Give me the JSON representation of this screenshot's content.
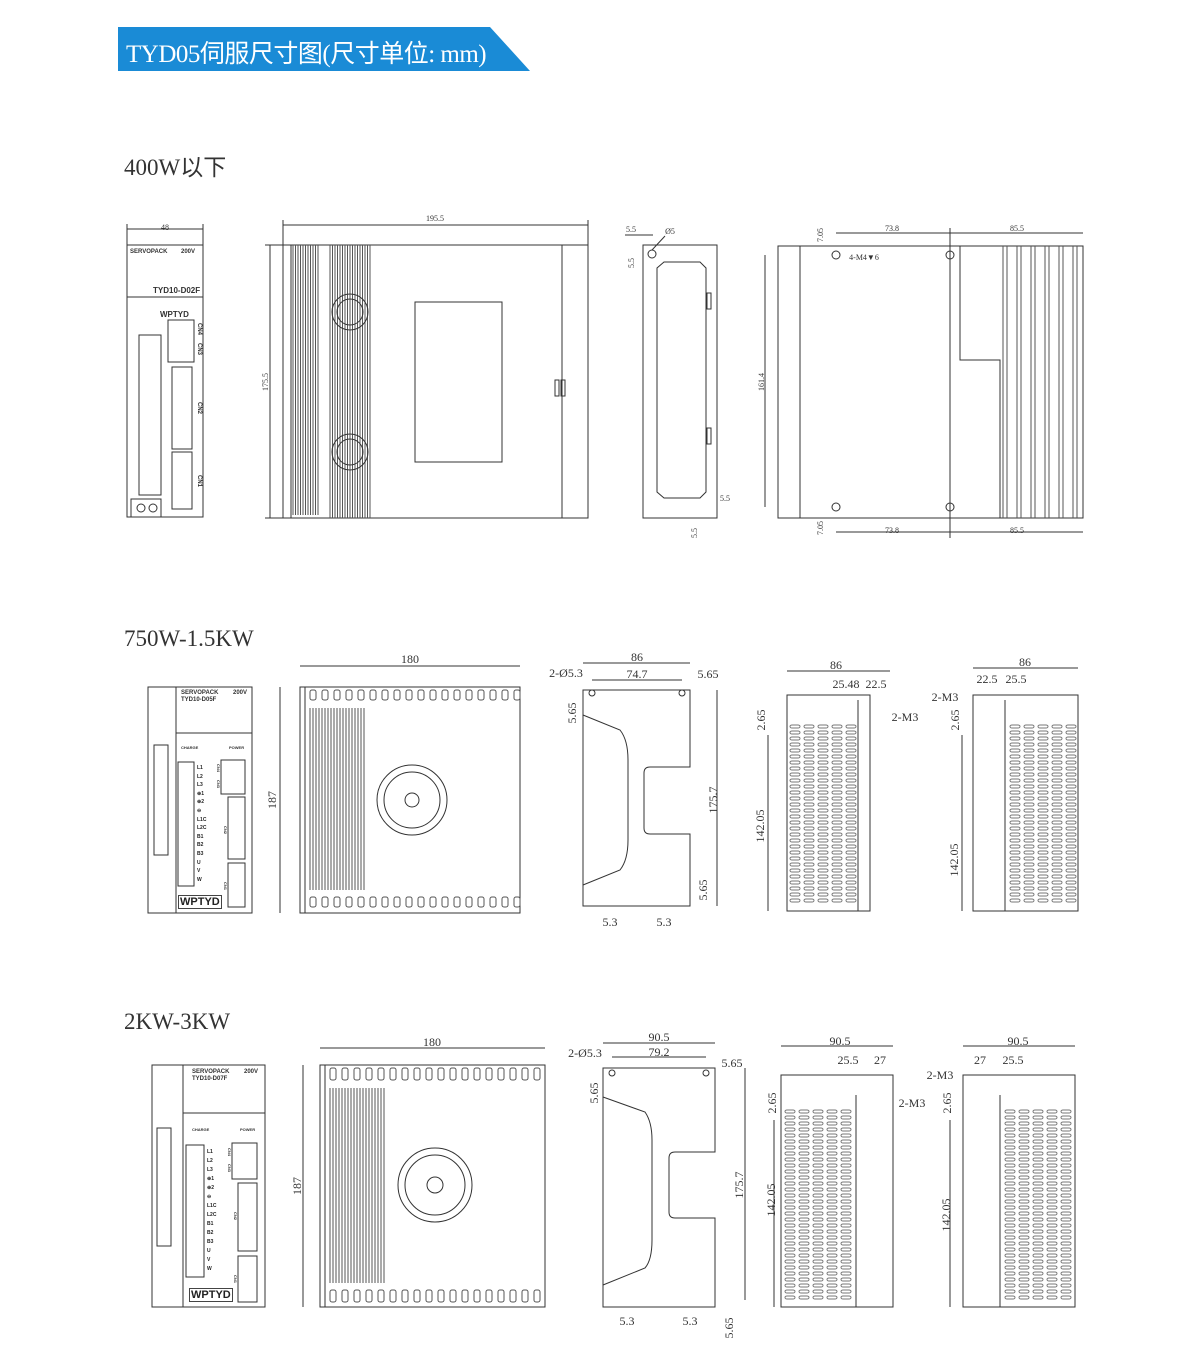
{
  "header": {
    "title": "TYD05伺服尺寸图(尺寸单位: mm)",
    "color": "#1a8bd6"
  },
  "sections": [
    {
      "title": "400W以下",
      "front": {
        "dims": [
          "48"
        ],
        "series": "SERVOPACK",
        "voltage": "200V",
        "model": "TYD10-D02F",
        "brand": "WPTYD",
        "connectors": [
          "CN4",
          "CN3",
          "CN2",
          "CN1"
        ]
      },
      "side": {
        "dims": [
          "195.5",
          "175.5"
        ]
      },
      "back": {
        "dims": [
          "5.5",
          "Ø5",
          "5.5",
          "5.5",
          "5.5"
        ]
      },
      "top": {
        "dims": [
          "7.05",
          "73.8",
          "85.5",
          "4-M4▼6",
          "161.4",
          "7.05",
          "73.8",
          "85.5"
        ]
      }
    },
    {
      "title": "750W-1.5KW",
      "front": {
        "series": "SERVOPACK",
        "voltage": "200V",
        "model": "TYD10-D05F",
        "charge": "CHARGE",
        "power": "POWER",
        "terminals": [
          "L1",
          "L2",
          "L3",
          "⊕1",
          "⊕2",
          "⊖",
          "L1C",
          "L2C",
          "B1",
          "B2",
          "B3",
          "U",
          "V",
          "W"
        ],
        "connectors": [
          "CN4",
          "CN3",
          "CN2",
          "CN1"
        ],
        "brand": "WPTYD"
      },
      "side": {
        "dims": [
          "180",
          "187"
        ]
      },
      "back": {
        "dims": [
          "86",
          "2-Ø5.3",
          "74.7",
          "5.65",
          "5.65",
          "175.7",
          "5.65",
          "5.3",
          "5.3"
        ]
      },
      "right": {
        "dims": [
          "86",
          "25.48",
          "22.5",
          "2.65",
          "2-M3",
          "142.05"
        ]
      },
      "left": {
        "dims": [
          "86",
          "22.5",
          "25.5",
          "2-M3",
          "2.65",
          "142.05"
        ]
      }
    },
    {
      "title": "2KW-3KW",
      "front": {
        "series": "SERVOPACK",
        "voltage": "200V",
        "model": "TYD10-D07F",
        "charge": "CHARGE",
        "power": "POWER",
        "terminals": [
          "L1",
          "L2",
          "L3",
          "⊕1",
          "⊕2",
          "⊖",
          "L1C",
          "L2C",
          "B1",
          "B2",
          "B3",
          "U",
          "V",
          "W"
        ],
        "connectors": [
          "CN4",
          "CN3",
          "CN2",
          "CN1"
        ],
        "brand": "WPTYD"
      },
      "side": {
        "dims": [
          "180",
          "187"
        ]
      },
      "back": {
        "dims": [
          "90.5",
          "2-Ø5.3",
          "79.2",
          "5.65",
          "5.65",
          "175.7",
          "5.3",
          "5.3",
          "5.65"
        ]
      },
      "right": {
        "dims": [
          "90.5",
          "25.5",
          "27",
          "2.65",
          "2-M3",
          "142.05"
        ]
      },
      "left": {
        "dims": [
          "90.5",
          "27",
          "25.5",
          "2-M3",
          "2.65",
          "142.05"
        ]
      }
    }
  ]
}
